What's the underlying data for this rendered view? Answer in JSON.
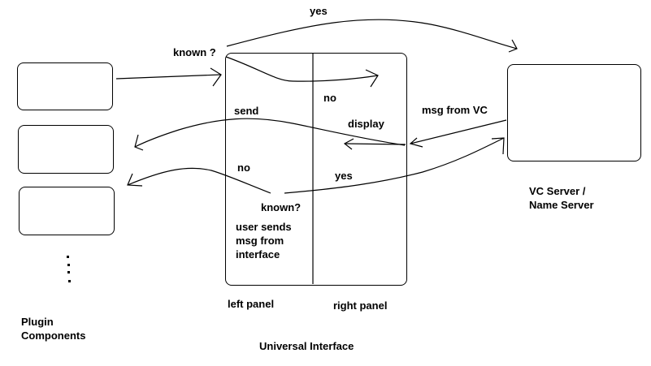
{
  "diagram": {
    "colors": {
      "stroke": "#000000",
      "background": "#ffffff"
    },
    "plugin_components": {
      "label_line1": "Plugin",
      "label_line2": "Components",
      "continuation": "ellipsis-vertical"
    },
    "universal_interface": {
      "label": "Universal Interface",
      "left_panel_label": "left panel",
      "right_panel_label": "right panel"
    },
    "vc_server": {
      "label_line1": "VC Server /",
      "label_line2": "Name Server"
    },
    "edge_labels": {
      "yes_top": "yes",
      "known_top": "known ?",
      "no_top": "no",
      "send": "send",
      "display": "display",
      "msg_from_vc": "msg from VC",
      "no_bottom": "no",
      "yes_bottom": "yes",
      "known_bottom": "known?",
      "user_sends_line1": "user sends",
      "user_sends_line2": "msg from",
      "user_sends_line3": "interface"
    }
  }
}
